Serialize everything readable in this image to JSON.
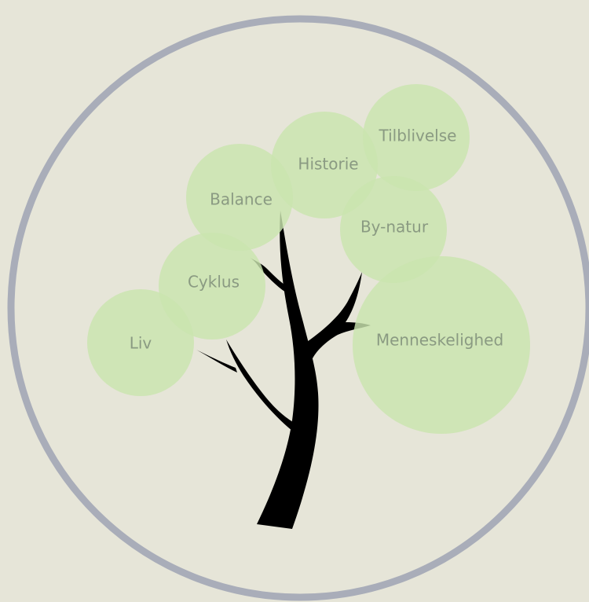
{
  "colors": {
    "background": "#e6e5d8",
    "ring": "#a9adb9",
    "leaf": "#c9e4ae",
    "leaf_text": "#8a9a82",
    "trunk": "#000000"
  },
  "leaves": [
    {
      "key": "liv",
      "label": "Liv"
    },
    {
      "key": "cyklus",
      "label": "Cyklus"
    },
    {
      "key": "balance",
      "label": "Balance"
    },
    {
      "key": "historie",
      "label": "Historie"
    },
    {
      "key": "tilblivelse",
      "label": "Tilblivelse"
    },
    {
      "key": "by_natur",
      "label": "By-natur"
    },
    {
      "key": "menneskelighed",
      "label": "Menneskelighed"
    }
  ]
}
